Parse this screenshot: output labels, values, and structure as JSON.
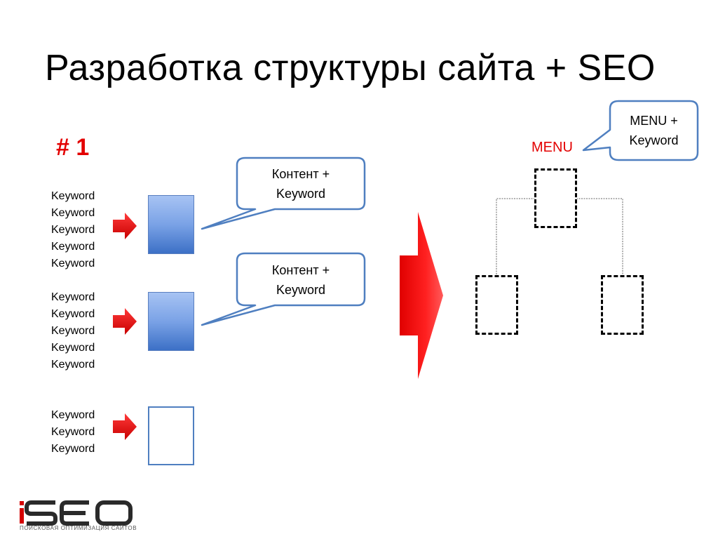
{
  "slide": {
    "title": "Разработка структуры сайта + SEO",
    "slide_number": "# 1"
  },
  "keyword_groups": [
    [
      "Keyword",
      "Keyword",
      "Keyword",
      "Keyword",
      "Keyword"
    ],
    [
      "Keyword",
      "Keyword",
      "Keyword",
      "Keyword",
      "Keyword"
    ],
    [
      "Keyword",
      "Keyword",
      "Keyword"
    ]
  ],
  "callouts": {
    "content_1": {
      "line1": "Контент  +",
      "line2": "Keyword"
    },
    "content_2": {
      "line1": "Контент  +",
      "line2": "Keyword"
    },
    "menu": {
      "line1": "MENU  +",
      "line2": "Keyword"
    }
  },
  "tree": {
    "menu_label": "MENU"
  },
  "logo": {
    "brand": "iSEO",
    "tagline": "ПОИСКОВАЯ ОПТИМИЗАЦИЯ САЙТОВ"
  },
  "colors": {
    "accent_red": "#e30000",
    "callout_border": "#4f7fc0",
    "page_fill_top": "#a7c3f3",
    "page_fill_bottom": "#3c70c6"
  }
}
